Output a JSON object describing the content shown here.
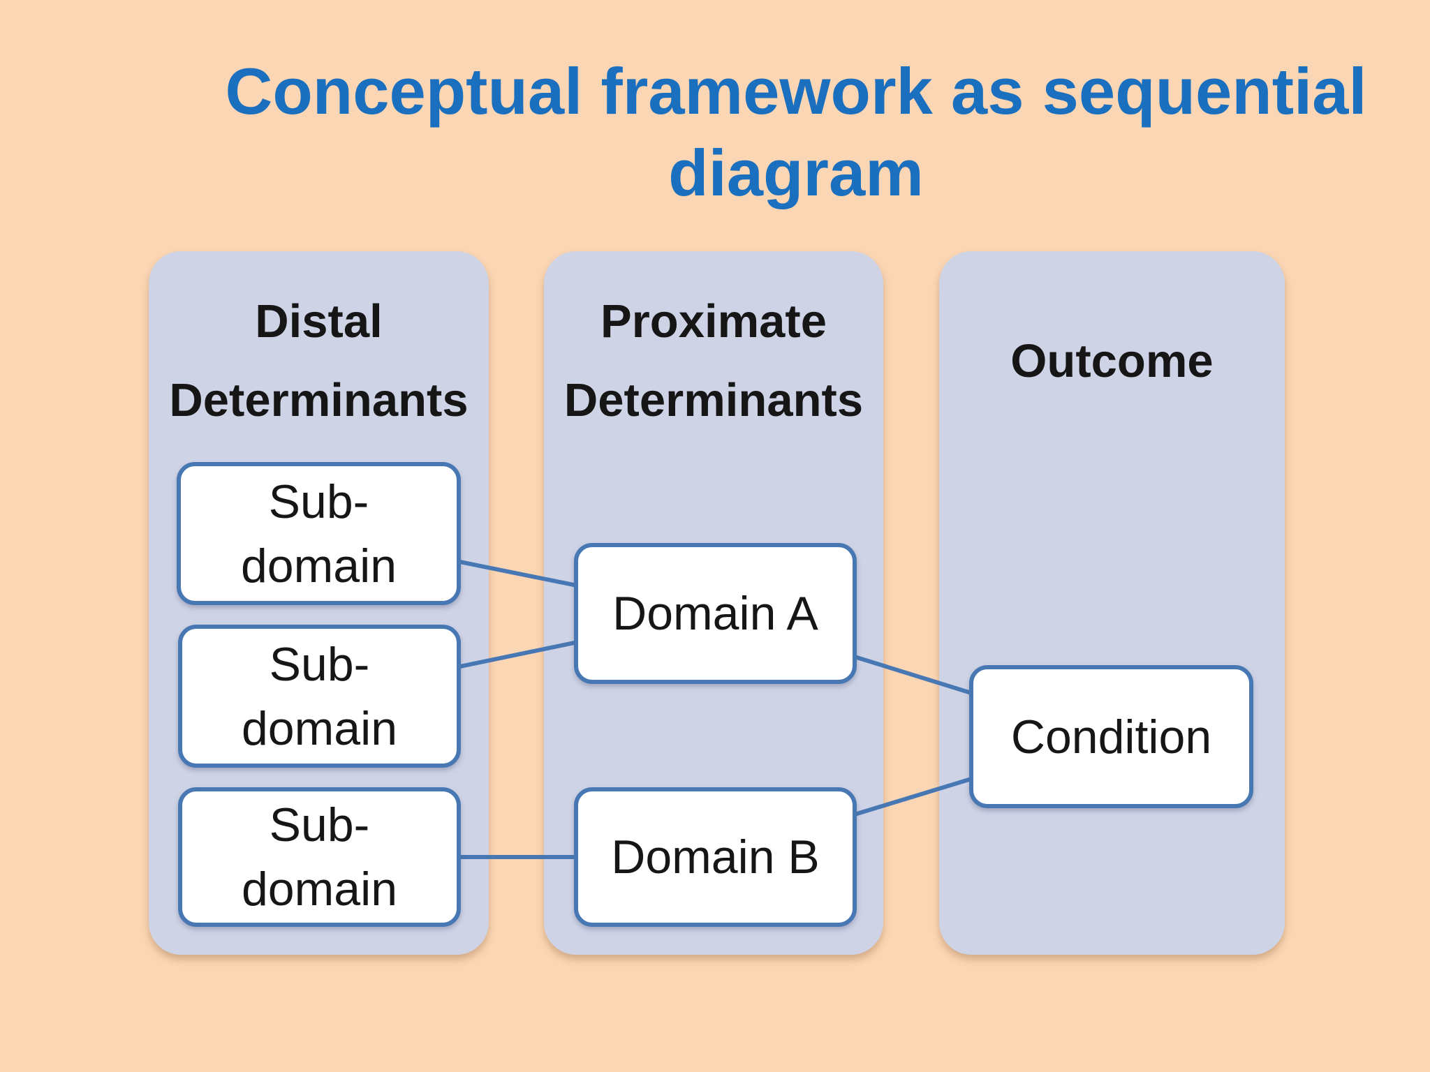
{
  "title": {
    "lines": [
      "Conceptual framework as sequential",
      "diagram"
    ]
  },
  "colors": {
    "background": "#FBD6B4",
    "panel": "#CED3E6",
    "node_border": "#4878B4",
    "connector": "#4878B4",
    "node_fill": "#FFFFFF",
    "text": "#161616",
    "title": "#1A6FBE"
  },
  "columns": [
    {
      "id": "distal",
      "header_lines": [
        "Distal",
        "Determinants"
      ],
      "nodes": [
        {
          "id": "sub1",
          "label_lines": [
            "Sub-",
            "domain"
          ]
        },
        {
          "id": "sub2",
          "label_lines": [
            "Sub-",
            "domain"
          ]
        },
        {
          "id": "sub3",
          "label_lines": [
            "Sub-",
            "domain"
          ]
        }
      ]
    },
    {
      "id": "proximate",
      "header_lines": [
        "Proximate",
        "Determinants"
      ],
      "nodes": [
        {
          "id": "domA",
          "label_lines": [
            "Domain A"
          ]
        },
        {
          "id": "domB",
          "label_lines": [
            "Domain B"
          ]
        }
      ]
    },
    {
      "id": "outcome",
      "header_lines": [
        "Outcome"
      ],
      "nodes": [
        {
          "id": "cond",
          "label_lines": [
            "Condition"
          ]
        }
      ]
    }
  ],
  "edges": [
    {
      "from": "sub1",
      "to": "domA"
    },
    {
      "from": "sub2",
      "to": "domA"
    },
    {
      "from": "sub3",
      "to": "domB"
    },
    {
      "from": "domA",
      "to": "cond"
    },
    {
      "from": "domB",
      "to": "cond"
    }
  ]
}
